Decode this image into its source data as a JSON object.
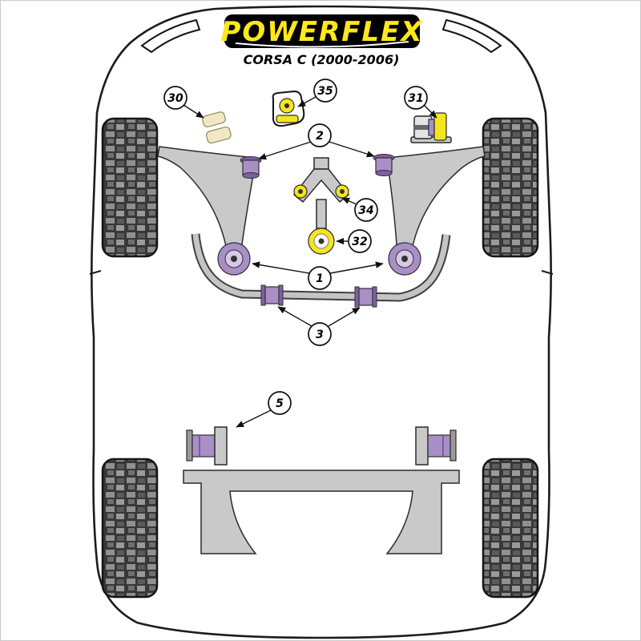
{
  "header": {
    "brand": "POWERFLEX",
    "model": "CORSA C (2000-2006)"
  },
  "callouts": {
    "c30": "30",
    "c35": "35",
    "c31": "31",
    "c2": "2",
    "c34": "34",
    "c32": "32",
    "c1": "1",
    "c3": "3",
    "c5": "5"
  },
  "colors": {
    "logo_yellow": "#ffe71c",
    "accent_yellow": "#f5e51e",
    "bushing_purple": "#a98fc6",
    "bushing_purple_dark": "#7e5fa4",
    "bushing_purple_light": "#d6c9e6",
    "metal_gray": "#c9c9c9",
    "tire_base": "#383838",
    "outline_black": "#1c1c1c",
    "logo_background": "#000000"
  }
}
